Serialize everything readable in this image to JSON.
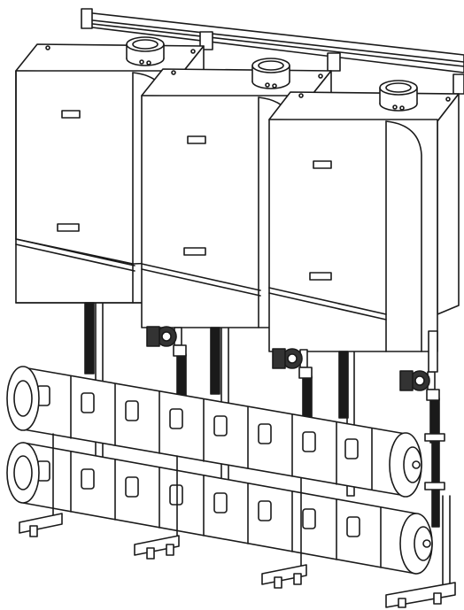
{
  "illustration": {
    "subject": "cascade-boiler-installation",
    "line_color": "#1a1a1a",
    "fill_color": "#ffffff",
    "boiler_count": 3,
    "pump_count": 3,
    "header_pipe_count": 2,
    "support_foot_count": 4
  }
}
